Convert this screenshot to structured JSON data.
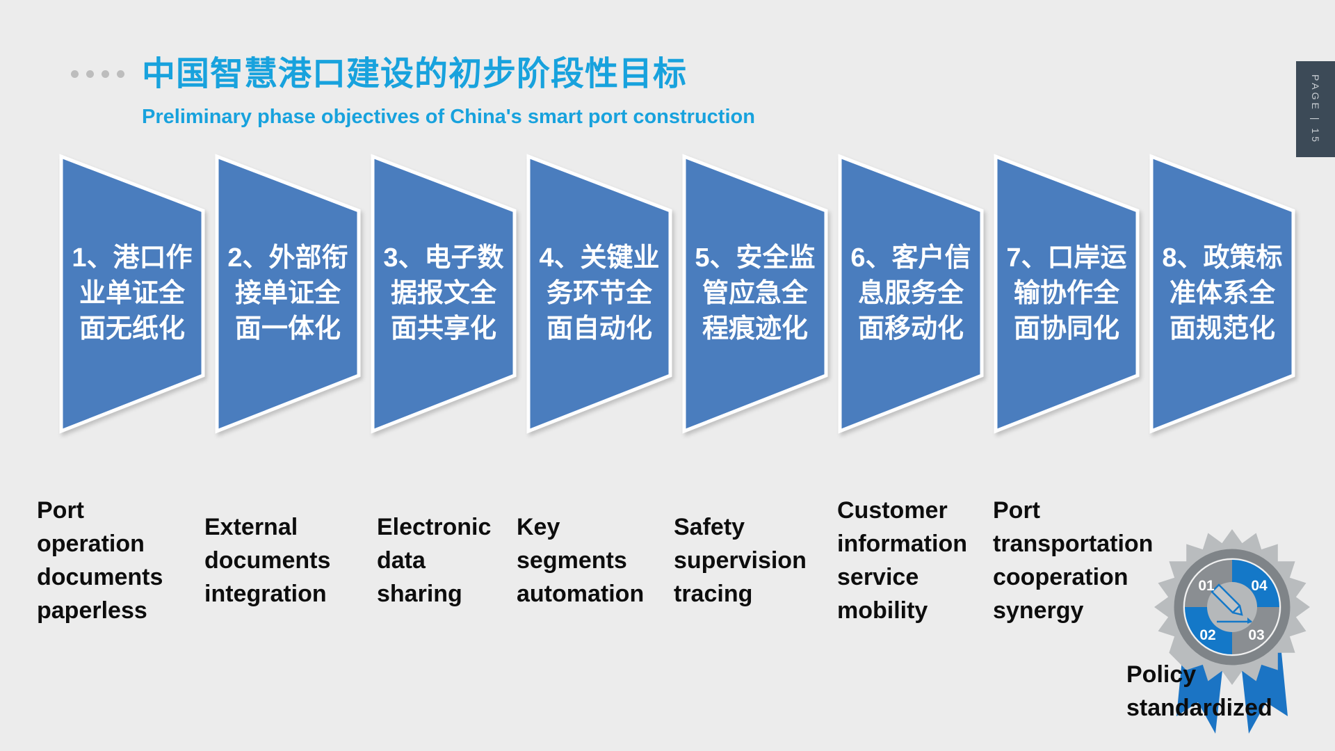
{
  "header": {
    "title_zh": "中国智慧港口建设的初步阶段性目标",
    "title_en": "Preliminary phase objectives of China's smart port construction",
    "accent_color": "#18A2DD"
  },
  "page_tab": {
    "text": "PAGE | 15"
  },
  "arrows": [
    {
      "zh": "1、港口作\n业单证全\n面无纸化",
      "en": "Port\noperation\ndocuments\npaperless"
    },
    {
      "zh": "2、外部衔\n接单证全\n面一体化",
      "en": "External\ndocuments\nintegration"
    },
    {
      "zh": "3、电子数\n据报文全\n面共享化",
      "en": "Electronic\ndata\nsharing"
    },
    {
      "zh": "4、关键业\n务环节全\n面自动化",
      "en": "Key\nsegments\nautomation"
    },
    {
      "zh": "5、安全监\n管应急全\n程痕迹化",
      "en": "Safety\nsupervision\ntracing"
    },
    {
      "zh": "6、客户信\n息服务全\n面移动化",
      "en": "Customer\ninformation\nservice\nmobility"
    },
    {
      "zh": "7、口岸运\n输协作全\n面协同化",
      "en": "Port\ntransportation\ncooperation\nsynergy"
    },
    {
      "zh": "8、政策标\n准体系全\n面规范化",
      "en": ""
    }
  ],
  "badge": {
    "caption": "Policy\nstandardized",
    "numbers": [
      "01",
      "02",
      "03",
      "04"
    ],
    "blue": "#1478C8",
    "gray": "#8A8E92"
  },
  "colors": {
    "arrow_fill": "#4A7DBE",
    "background": "#ECECEC",
    "tab_background": "#3C4A57"
  }
}
